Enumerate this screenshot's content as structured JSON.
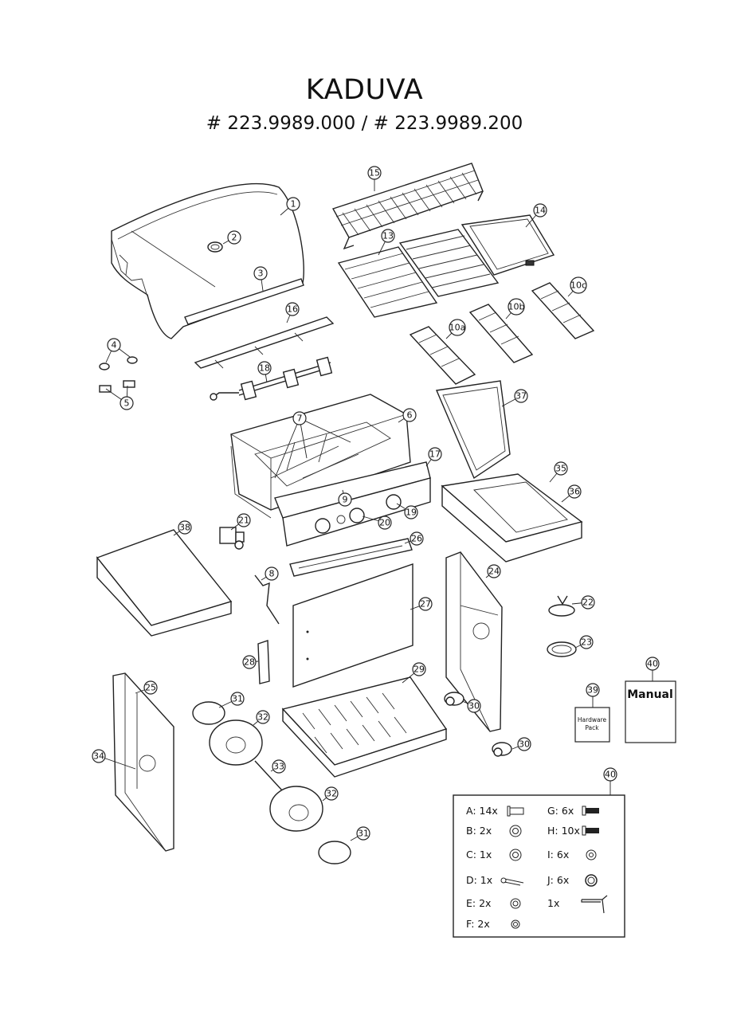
{
  "title": "KADUVA",
  "subtitle": "# 223.9989.000 / # 223.9989.200",
  "callouts": [
    "1",
    "2",
    "3",
    "4",
    "5",
    "6",
    "7",
    "8",
    "9",
    "10a",
    "10b",
    "10c",
    "13",
    "14",
    "15",
    "16",
    "17",
    "18",
    "19",
    "20",
    "21",
    "22",
    "23",
    "24",
    "25",
    "26",
    "27",
    "28",
    "29",
    "30",
    "31",
    "32",
    "33",
    "34",
    "35",
    "36",
    "37",
    "38",
    "39",
    "40"
  ],
  "boxes": {
    "hardware_pack": [
      "Hardware",
      "Pack"
    ],
    "manual": "Manual"
  },
  "hardware_list": [
    {
      "label": "A: 14x",
      "icon": "bolt-icon"
    },
    {
      "label": "G: 6x",
      "icon": "screw-icon"
    },
    {
      "label": "B: 2x",
      "icon": "washer-icon"
    },
    {
      "label": "H: 10x",
      "icon": "screw-long-icon"
    },
    {
      "label": "C: 1x",
      "icon": "washer-flat-icon"
    },
    {
      "label": "I: 6x",
      "icon": "washer-small-icon"
    },
    {
      "label": "D: 1x",
      "icon": "cotter-pin-icon"
    },
    {
      "label": "J: 6x",
      "icon": "lock-nut-icon"
    },
    {
      "label": "E: 2x",
      "icon": "spacer-icon"
    },
    {
      "label": "1x",
      "icon": "wrench-icon"
    },
    {
      "label": "F: 2x",
      "icon": "nut-icon"
    }
  ]
}
